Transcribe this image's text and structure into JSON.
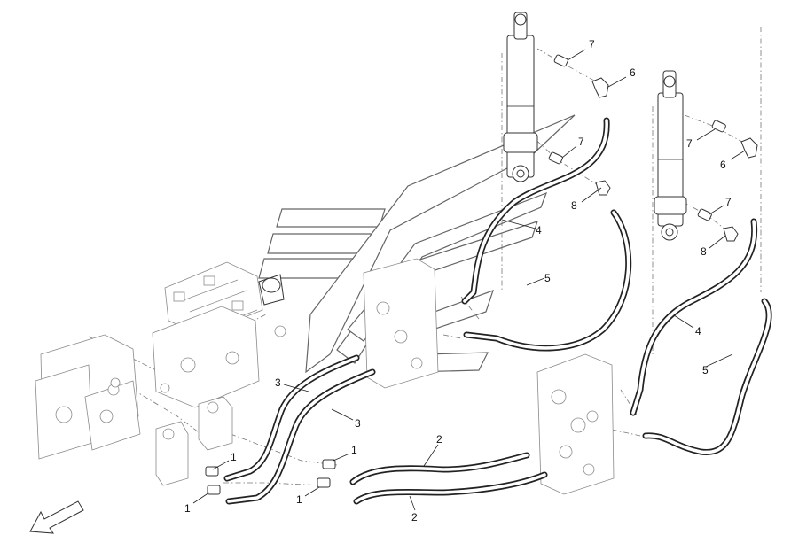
{
  "diagram": {
    "callouts": [
      {
        "id": "c1",
        "label": "7"
      },
      {
        "id": "c2",
        "label": "6"
      },
      {
        "id": "c3",
        "label": "7"
      },
      {
        "id": "c4",
        "label": "8"
      },
      {
        "id": "c5",
        "label": "4"
      },
      {
        "id": "c6",
        "label": "5"
      },
      {
        "id": "c7",
        "label": "7"
      },
      {
        "id": "c8",
        "label": "6"
      },
      {
        "id": "c9",
        "label": "7"
      },
      {
        "id": "c10",
        "label": "8"
      },
      {
        "id": "c11",
        "label": "4"
      },
      {
        "id": "c12",
        "label": "5"
      },
      {
        "id": "c13",
        "label": "3"
      },
      {
        "id": "c14",
        "label": "3"
      },
      {
        "id": "c15",
        "label": "1"
      },
      {
        "id": "c16",
        "label": "1"
      },
      {
        "id": "c17",
        "label": "1"
      },
      {
        "id": "c18",
        "label": "1"
      },
      {
        "id": "c19",
        "label": "2"
      },
      {
        "id": "c20",
        "label": "2"
      }
    ],
    "direction_arrow_icon": "front-direction-arrow",
    "colors": {
      "line": "#222222",
      "dash": "#777777",
      "background": "#ffffff"
    }
  }
}
